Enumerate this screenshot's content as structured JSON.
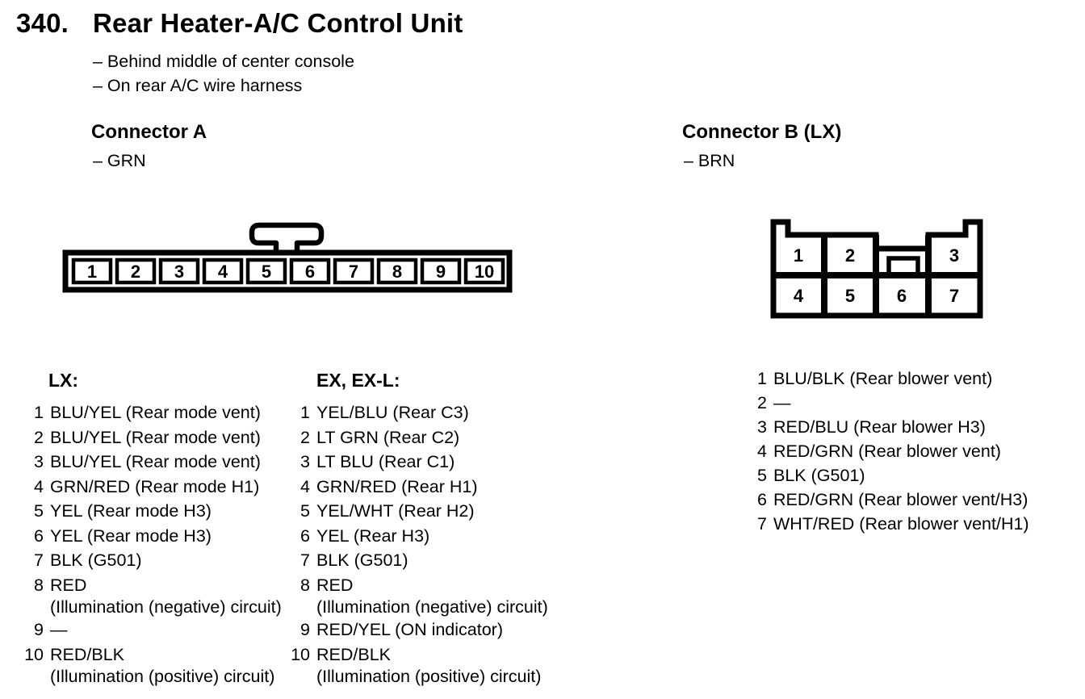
{
  "colors": {
    "ink": "#000000",
    "paper": "#ffffff"
  },
  "page": {
    "title_number": "340.",
    "title": "Rear Heater-A/C Control Unit",
    "location_notes": [
      "– Behind middle of center console",
      "– On rear A/C wire harness"
    ]
  },
  "connector_a": {
    "heading": "Connector A",
    "wire_color_note": "– GRN",
    "diagram_pins": [
      "1",
      "2",
      "3",
      "4",
      "5",
      "6",
      "7",
      "8",
      "9",
      "10"
    ],
    "trims": [
      {
        "header": "LX:",
        "rows": [
          {
            "num": "1",
            "text": "BLU/YEL (Rear mode vent)"
          },
          {
            "num": "2",
            "text": "BLU/YEL (Rear mode vent)"
          },
          {
            "num": "3",
            "text": "BLU/YEL (Rear mode vent)"
          },
          {
            "num": "4",
            "text": "GRN/RED (Rear mode H1)"
          },
          {
            "num": "5",
            "text": "YEL (Rear mode H3)"
          },
          {
            "num": "6",
            "text": "YEL (Rear mode H3)"
          },
          {
            "num": "7",
            "text": "BLK (G501)"
          },
          {
            "num": "8",
            "text": "RED",
            "note": "(Illumination (negative) circuit)"
          },
          {
            "num": "9",
            "text": "—"
          },
          {
            "num": "10",
            "text": "RED/BLK",
            "note": "(Illumination (positive) circuit)"
          }
        ]
      },
      {
        "header": "EX, EX-L:",
        "rows": [
          {
            "num": "1",
            "text": "YEL/BLU (Rear C3)"
          },
          {
            "num": "2",
            "text": "LT GRN (Rear C2)"
          },
          {
            "num": "3",
            "text": "LT BLU (Rear C1)"
          },
          {
            "num": "4",
            "text": "GRN/RED (Rear H1)"
          },
          {
            "num": "5",
            "text": "YEL/WHT (Rear H2)"
          },
          {
            "num": "6",
            "text": "YEL (Rear H3)"
          },
          {
            "num": "7",
            "text": "BLK (G501)"
          },
          {
            "num": "8",
            "text": "RED",
            "note": "(Illumination (negative) circuit)"
          },
          {
            "num": "9",
            "text": "RED/YEL (ON indicator)"
          },
          {
            "num": "10",
            "text": "RED/BLK",
            "note": "(Illumination (positive) circuit)"
          }
        ]
      }
    ]
  },
  "connector_b": {
    "heading": "Connector B (LX)",
    "wire_color_note": "– BRN",
    "diagram_top_pins": [
      "1",
      "2",
      "3"
    ],
    "diagram_bottom_pins": [
      "4",
      "5",
      "6",
      "7"
    ],
    "rows": [
      {
        "num": "1",
        "text": "BLU/BLK (Rear blower vent)"
      },
      {
        "num": "2",
        "text": "—"
      },
      {
        "num": "3",
        "text": "RED/BLU (Rear blower H3)"
      },
      {
        "num": "4",
        "text": "RED/GRN (Rear blower vent)"
      },
      {
        "num": "5",
        "text": "BLK (G501)"
      },
      {
        "num": "6",
        "text": "RED/GRN (Rear blower vent/H3)"
      },
      {
        "num": "7",
        "text": "WHT/RED (Rear blower vent/H1)"
      }
    ]
  }
}
